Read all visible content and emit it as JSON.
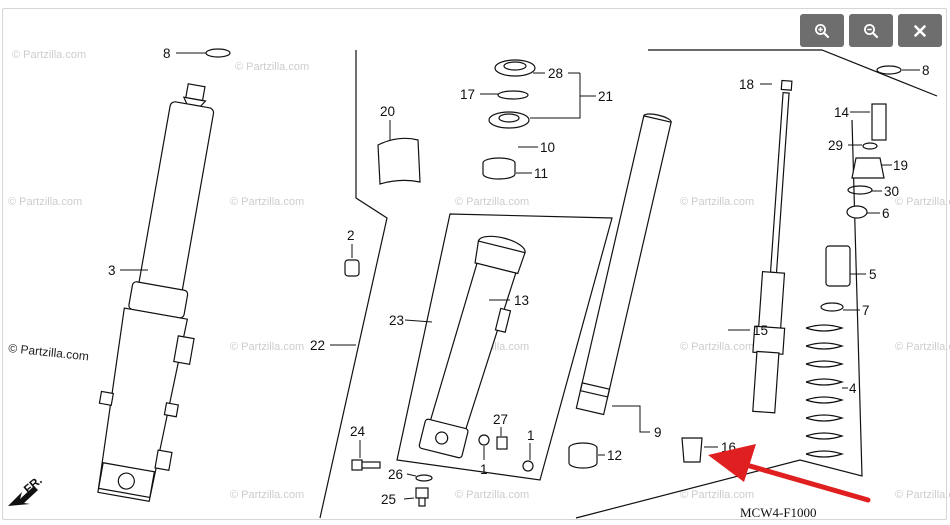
{
  "toolbar": {
    "zoom_in_icon": "zoom-in-icon",
    "zoom_out_icon": "zoom-out-icon",
    "close_icon": "close-icon",
    "button_color": "#6e6e6e"
  },
  "watermark": {
    "text": "© Partzilla.com",
    "prominent_text": "© Partzilla.com"
  },
  "diagram": {
    "code": "MCW4-F1000",
    "front_label": "FR.",
    "arrow_color": "#e02020",
    "callouts": {
      "c1a": "1",
      "c1b": "1",
      "c2": "2",
      "c3": "3",
      "c4": "4",
      "c5": "5",
      "c6": "6",
      "c7": "7",
      "c8a": "8",
      "c8b": "8",
      "c9": "9",
      "c10": "10",
      "c11": "11",
      "c12": "12",
      "c13": "13",
      "c14": "14",
      "c15": "15",
      "c16": "16",
      "c17": "17",
      "c18": "18",
      "c19": "19",
      "c20": "20",
      "c21": "21",
      "c22": "22",
      "c23": "23",
      "c24": "24",
      "c25": "25",
      "c26": "26",
      "c27": "27",
      "c28": "28",
      "c29": "29",
      "c30": "30"
    }
  }
}
